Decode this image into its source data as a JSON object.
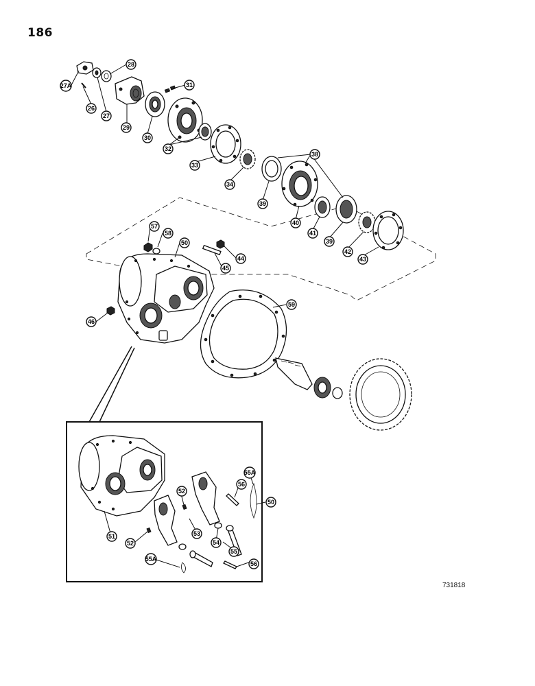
{
  "page_number": "186",
  "reference_number": "731818",
  "callouts": [
    "27A",
    "26",
    "27",
    "28",
    "29",
    "30",
    "31",
    "32",
    "33",
    "34",
    "38",
    "39",
    "40",
    "41",
    "39",
    "42",
    "43",
    "57",
    "58",
    "50",
    "44",
    "45",
    "46",
    "59",
    "55A",
    "50",
    "52",
    "56",
    "51",
    "52",
    "53",
    "54",
    "55",
    "55A",
    "56"
  ]
}
